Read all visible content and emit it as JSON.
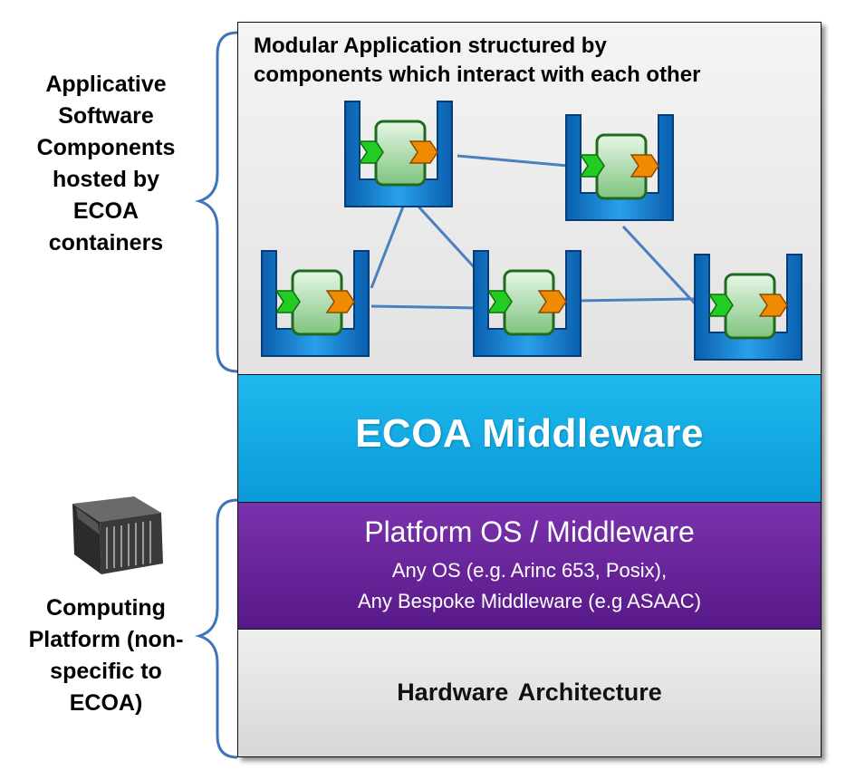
{
  "left_labels": {
    "applicative": [
      "Applicative",
      "Software",
      "Components",
      "hosted by",
      "ECOA",
      "containers"
    ],
    "computing": [
      "Computing",
      "Platform (non-",
      "specific to",
      "ECOA)"
    ]
  },
  "layers": {
    "application": {
      "title_lines": [
        "Modular Application structured by",
        "components which interact with each other"
      ]
    },
    "ecoa": {
      "title": "ECOA Middleware"
    },
    "platform": {
      "title": "Platform OS / Middleware",
      "line1": "Any OS (e.g. Arinc 653, Posix),",
      "line2": "Any Bespoke Middleware (e.g  ASAAC)"
    },
    "hardware": {
      "title": "Hardware  Architecture"
    }
  },
  "colors": {
    "container": "#0a74c4",
    "component": "#8fcf8f",
    "input_port": "#22cc22",
    "output_port": "#f08a00",
    "link": "#4a7fc0",
    "ecoa_layer": "#0aa3e0",
    "platform_layer": "#6a249c"
  }
}
